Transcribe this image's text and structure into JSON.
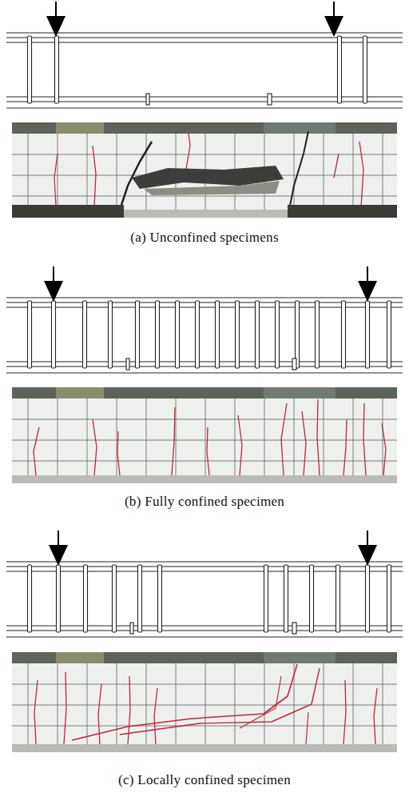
{
  "diagram": {
    "labels": [
      "(a) Unconfined specimens",
      "(b) Fully confined specimen",
      "(c) Locally confined specimen"
    ]
  }
}
